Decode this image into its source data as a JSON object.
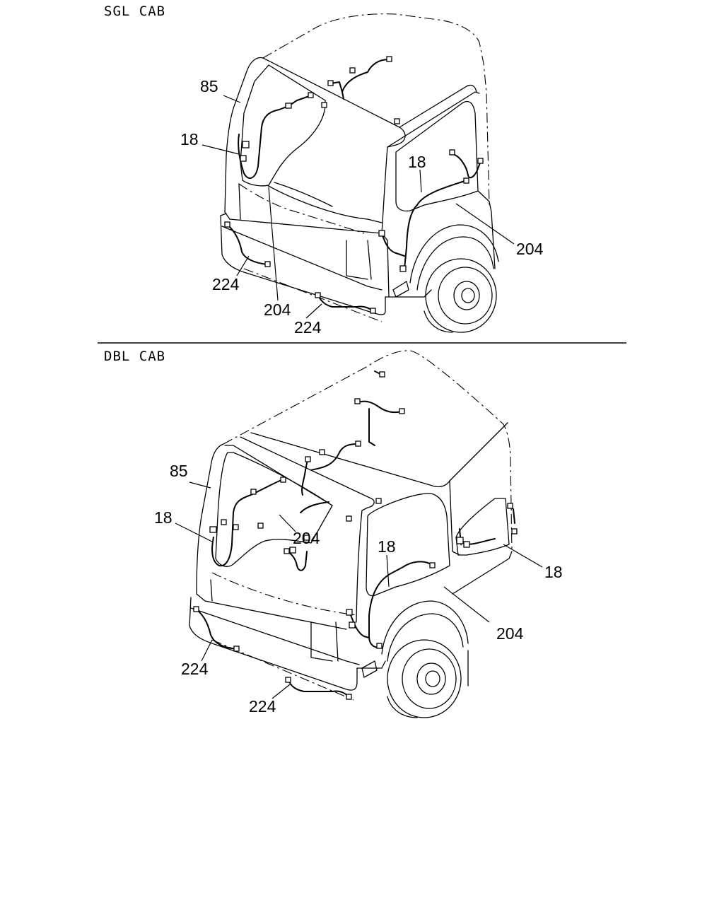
{
  "sections": {
    "sgl": {
      "title": "SGL CAB"
    },
    "dbl": {
      "title": "DBL CAB"
    }
  },
  "callouts": {
    "sgl": {
      "harness_85": "85",
      "harness_18_left": "18",
      "harness_18_right": "18",
      "harness_204_right": "204",
      "harness_204_center": "204",
      "harness_224_left": "224",
      "harness_224_right": "224"
    },
    "dbl": {
      "harness_85": "85",
      "harness_18_left": "18",
      "harness_204_upper": "204",
      "harness_18_center": "18",
      "harness_18_right": "18",
      "harness_204_right": "204",
      "harness_224_left": "224",
      "harness_224_right": "224"
    }
  }
}
